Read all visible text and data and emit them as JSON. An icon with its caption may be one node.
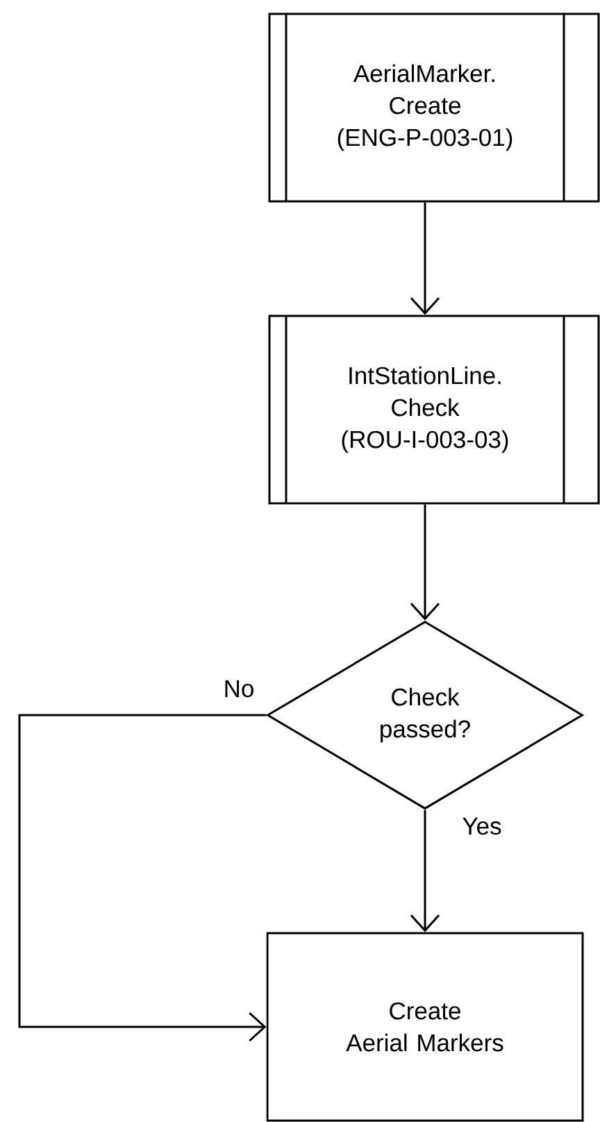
{
  "diagram": {
    "nodes": [
      {
        "text": [
          "AerialMarker. Create (ENG-P-003-01)"
        ]
      },
      {
        "text": [
          "IntStationLine. Check (ROU-I-003-03)"
        ]
      },
      {
        "text": [
          "Check passed?"
        ]
      },
      {
        "text": [
          "Create Aerial Markers"
        ]
      }
    ],
    "edges": [
      {
        "from": 0,
        "to": 1,
        "arrow": "to"
      },
      {
        "from": 1,
        "to": 2,
        "arrow": "to"
      },
      {
        "from": 2,
        "to": 3,
        "arrow": "to",
        "label": "Yes"
      },
      {
        "from": 2,
        "to": 3,
        "arrow": "to",
        "label": "No"
      }
    ]
  }
}
